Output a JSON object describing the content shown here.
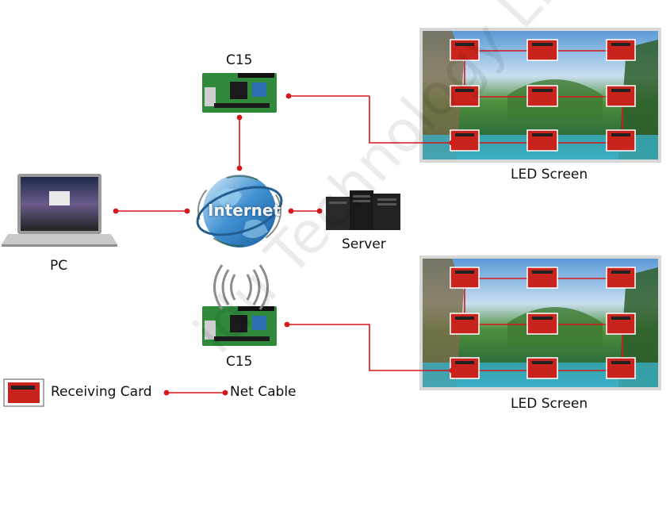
{
  "labels": {
    "c15_top": "C15",
    "c15_bottom": "C15",
    "led_top": "LED Screen",
    "led_bottom": "LED Screen",
    "server": "Server",
    "pc": "PC",
    "internet": "Internet"
  },
  "legend": {
    "receiving_card": "Receiving Card",
    "net_cable": "Net Cable"
  },
  "watermark": "idu Technology Li",
  "colors": {
    "cable": "#d8171b",
    "card_red": "#c8231d",
    "board_green": "#2f8a3b"
  }
}
